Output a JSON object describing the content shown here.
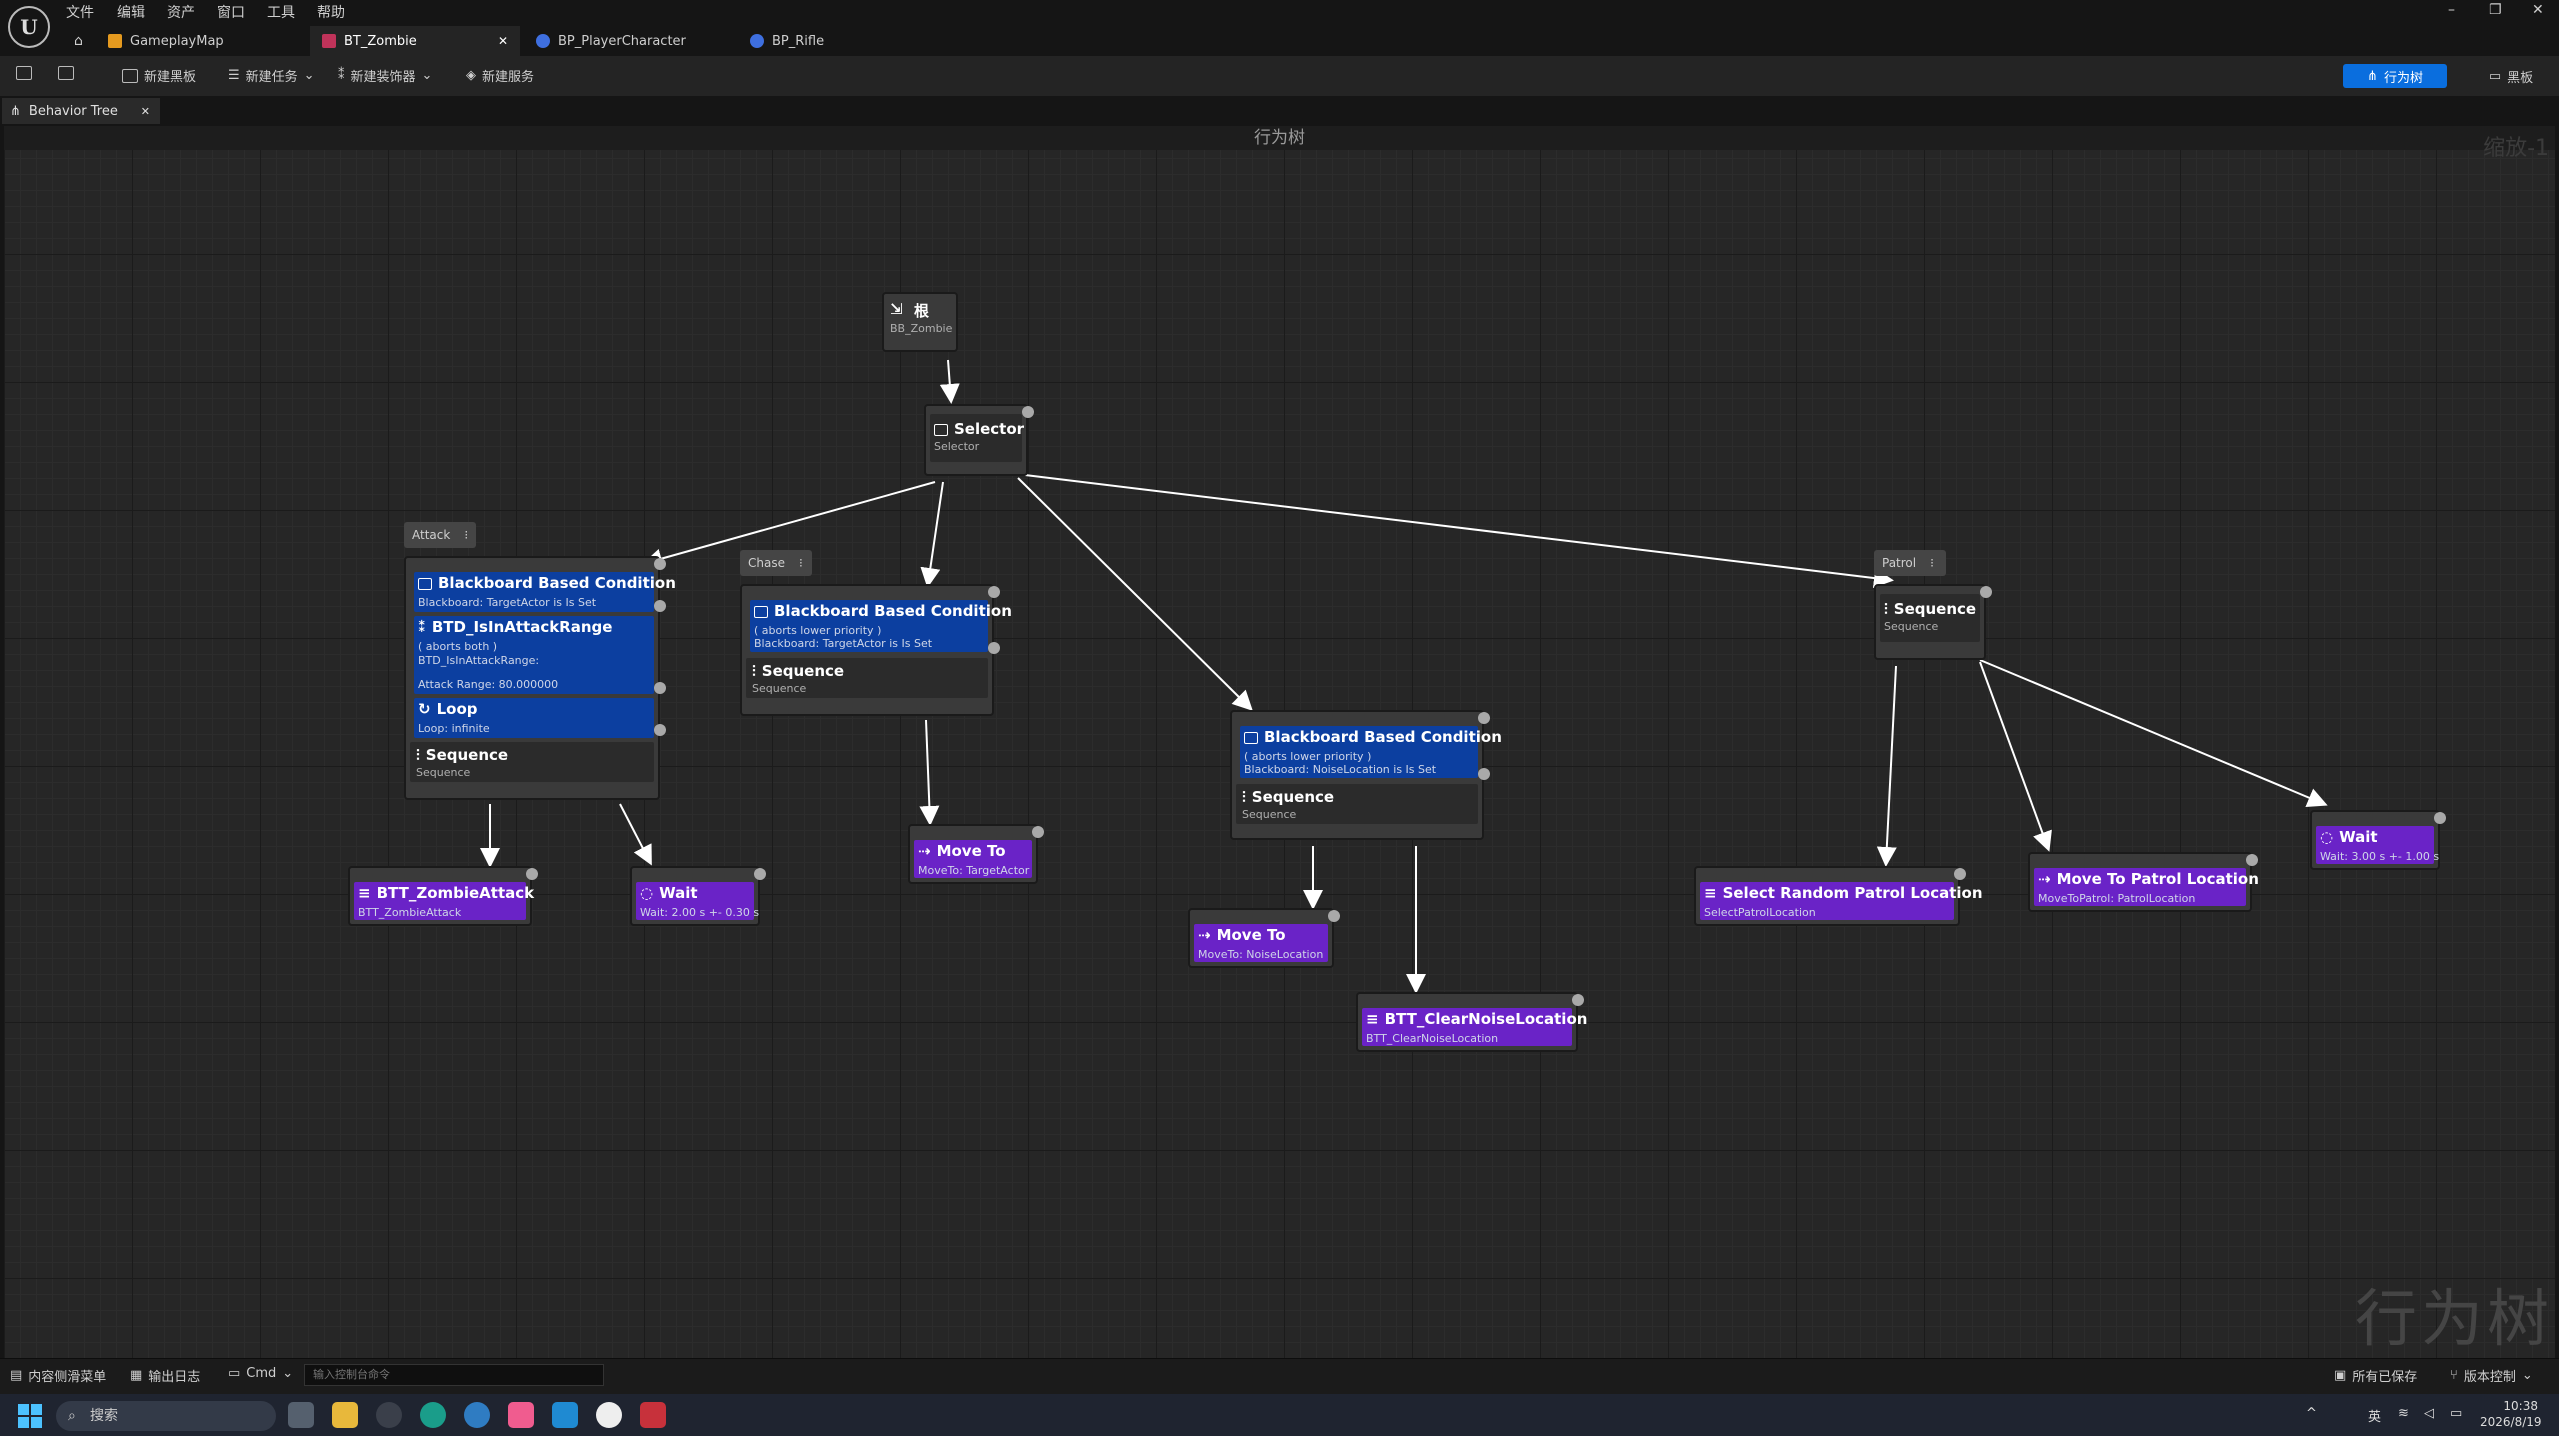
{
  "menu": [
    "文件",
    "编辑",
    "资产",
    "窗口",
    "工具",
    "帮助"
  ],
  "tabs": [
    {
      "label": "GameplayMap",
      "color": "#e59a1f"
    },
    {
      "label": "BT_Zombie",
      "color": "#c0335a"
    },
    {
      "label": "BP_PlayerCharacter",
      "color": "#3e6fe0"
    },
    {
      "label": "BP_Rifle",
      "color": "#3e6fe0"
    }
  ],
  "toolbar": {
    "new_blackboard": "新建黑板",
    "new_task": "新建任务",
    "new_decorator": "新建装饰器",
    "new_service": "新建服务",
    "behavior_tree": "行为树",
    "blackboard": "黑板"
  },
  "doc_tab": "Behavior Tree",
  "graph": {
    "header": "行为树",
    "zoom": "缩放-1",
    "watermark": "行为树"
  },
  "nodes": {
    "root": {
      "title": "根",
      "sub": "BB_Zombie"
    },
    "selector": {
      "title": "Selector",
      "sub": "Selector"
    },
    "attack": {
      "comment": "Attack",
      "bb_title": "Blackboard Based Condition",
      "bb_sub": "Blackboard: TargetActor is Is Set",
      "range_title": "BTD_IsInAttackRange",
      "range_l1": "( aborts both )",
      "range_l2": "BTD_IsInAttackRange:",
      "range_l3": "Attack Range: 80.000000",
      "loop_title": "Loop",
      "loop_sub": "Loop: infinite",
      "seq_title": "Sequence",
      "seq_sub": "Sequence"
    },
    "chase": {
      "comment": "Chase",
      "bb_title": "Blackboard Based Condition",
      "bb_l1": "( aborts lower priority )",
      "bb_l2": "Blackboard: TargetActor is Is Set",
      "seq_title": "Sequence",
      "seq_sub": "Sequence"
    },
    "noise": {
      "bb_title": "Blackboard Based Condition",
      "bb_l1": "( aborts lower priority )",
      "bb_l2": "Blackboard: NoiseLocation is Is Set",
      "seq_title": "Sequence",
      "seq_sub": "Sequence"
    },
    "patrol": {
      "comment": "Patrol",
      "title": "Sequence",
      "sub": "Sequence"
    },
    "zombie_attack": {
      "title": "BTT_ZombieAttack",
      "sub": "BTT_ZombieAttack"
    },
    "wait_attack": {
      "title": "Wait",
      "sub": "Wait: 2.00 s +- 0.30 s"
    },
    "move_target": {
      "title": "Move To",
      "sub": "MoveTo: TargetActor"
    },
    "move_noise": {
      "title": "Move To",
      "sub": "MoveTo: NoiseLocation"
    },
    "clear_noise": {
      "title": "BTT_ClearNoiseLocation",
      "sub": "BTT_ClearNoiseLocation"
    },
    "select_patrol": {
      "title": "Select Random Patrol Location",
      "sub": "SelectPatrolLocation"
    },
    "move_patrol": {
      "title": "Move To Patrol Location",
      "sub": "MoveToPatrol: PatrolLocation"
    },
    "wait_patrol": {
      "title": "Wait",
      "sub": "Wait: 3.00 s +- 1.00 s"
    }
  },
  "statusbar": {
    "content_drawer": "内容侧滑菜单",
    "output_log": "输出日志",
    "cmd": "Cmd",
    "cmd_placeholder": "输入控制台命令",
    "saved": "所有已保存",
    "source_control": "版本控制"
  },
  "taskbar": {
    "search": "搜索",
    "lang": "英",
    "time": "10:38",
    "date": "2026/8/19"
  }
}
